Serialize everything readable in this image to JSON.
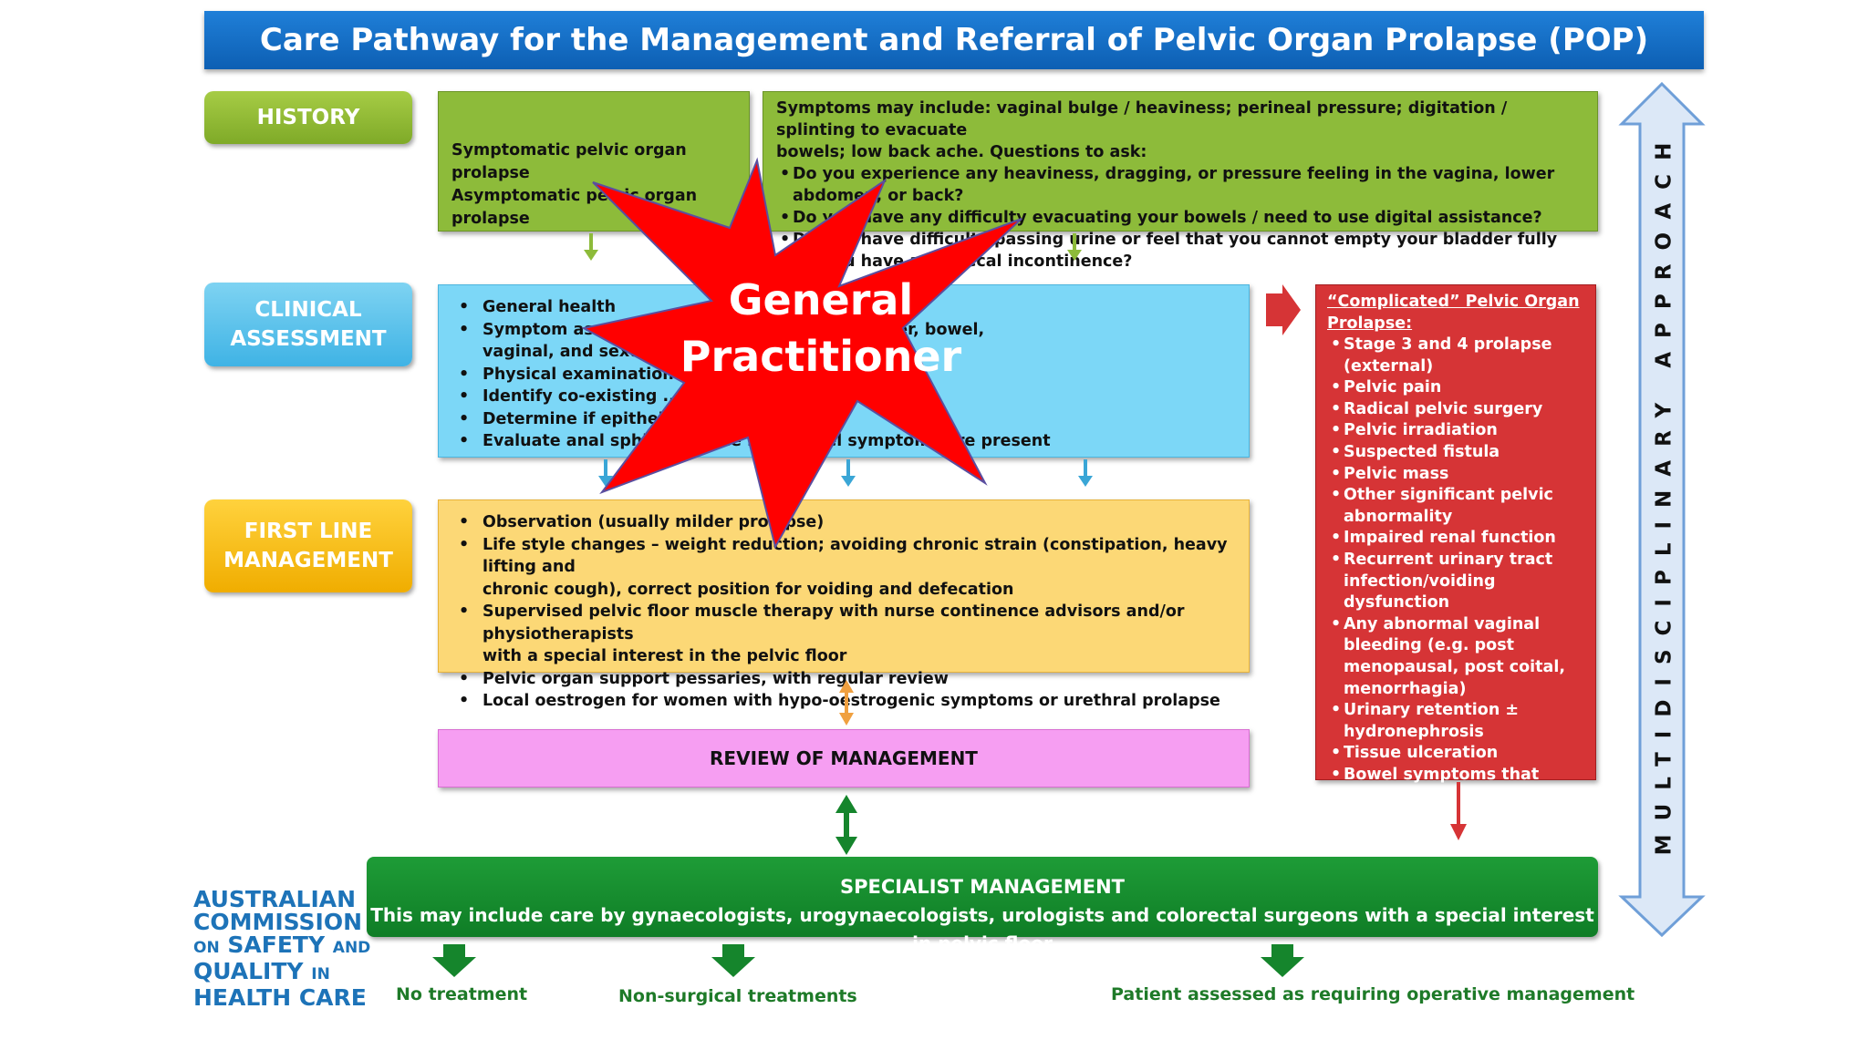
{
  "title": "Care Pathway for the Management and Referral of Pelvic Organ Prolapse (POP)",
  "labels": {
    "history": "HISTORY",
    "clinical_line1": "CLINICAL",
    "clinical_line2": "ASSESSMENT",
    "first_line1": "FIRST LINE",
    "first_line2": "MANAGEMENT"
  },
  "history": {
    "left_line1": "Symptomatic pelvic organ prolapse",
    "left_line2": "Asymptomatic pelvic organ prolapse",
    "intro_line1": "Symptoms may include: vaginal bulge / heaviness; perineal pressure; digitation / splinting to evacuate",
    "intro_line2": "bowels; low back ache.  Questions to ask:",
    "questions": [
      "Do you experience any heaviness, dragging, or pressure feeling in the vagina, lower abdomen, or back?",
      "Do you have any difficulty evacuating your bowels / need to use digital assistance?",
      "Do you have difficulty passing urine or feel that you cannot empty your bladder fully",
      "Do you have any faecal incontinence?"
    ]
  },
  "clinical": {
    "items": [
      "General health",
      "Symptom assessment ... questionnaire (bladder, bowel,",
      "Physical examination",
      "Identify co-existing ... opening to cervix",
      "Determine if epithelial/mucosal",
      "Evaluate anal sphincter tone ... if bowel symptoms are present"
    ],
    "item2_cont": "vaginal, and sexual function"
  },
  "first_line": {
    "items": [
      "Observation (usually milder prolapse)",
      "Life style changes – weight reduction; avoiding chronic strain (constipation, heavy lifting and",
      "Supervised pelvic floor muscle therapy with nurse continence advisors and/or physiotherapists",
      "Pelvic organ support pessaries, with regular review",
      "Local oestrogen for women with hypo-oestrogenic symptoms or urethral prolapse"
    ],
    "item2_cont": "chronic cough), correct position for voiding and defecation",
    "item3_cont": "with a special interest in the pelvic floor"
  },
  "review": "REVIEW OF MANAGEMENT",
  "complicated": {
    "title_line1": "“Complicated” Pelvic Organ",
    "title_line2": "Prolapse:",
    "items": [
      "Stage 3 and 4 prolapse (external)",
      "Pelvic pain",
      "Radical pelvic surgery",
      "Pelvic irradiation",
      "Suspected fistula",
      "Pelvic mass",
      "Other significant pelvic abnormality",
      "Impaired renal function",
      "Recurrent urinary tract infection/voiding dysfunction",
      "Any abnormal vaginal bleeding (e.g. post menopausal, post coital, menorrhagia)",
      "Urinary retention ± hydronephrosis",
      "Tissue ulceration",
      "Bowel symptoms that warrant colonoscopy"
    ]
  },
  "specialist": {
    "title": "SPECIALIST MANAGEMENT",
    "subtitle": "This may include care by gynaecologists, urogynaecologists, urologists and colorectal surgeons with a special interest in pelvic floor"
  },
  "outcomes": [
    "No treatment",
    "Non-surgical treatments",
    "Patient assessed as requiring operative management"
  ],
  "side_label": "MULTIDISCIPLINARY APPROACH",
  "starburst": {
    "line1": "General",
    "line2": "Practitioner"
  },
  "logo": {
    "line1": "AUSTRALIAN",
    "line2": "COMMISSION",
    "on": "ON",
    "safety": "SAFETY",
    "and": "AND",
    "quality": "QUALITY",
    "in": "IN",
    "line5": "HEALTH CARE"
  },
  "colors": {
    "title_bar": "#0d5fb3",
    "history": "#8dbb3a",
    "clinical": "#7cd7f7",
    "first_line": "#fcd876",
    "review": "#f69ef2",
    "complicated": "#d63436",
    "specialist": "#15852c",
    "starburst": "#ff0000",
    "logo": "#1d73b8"
  }
}
